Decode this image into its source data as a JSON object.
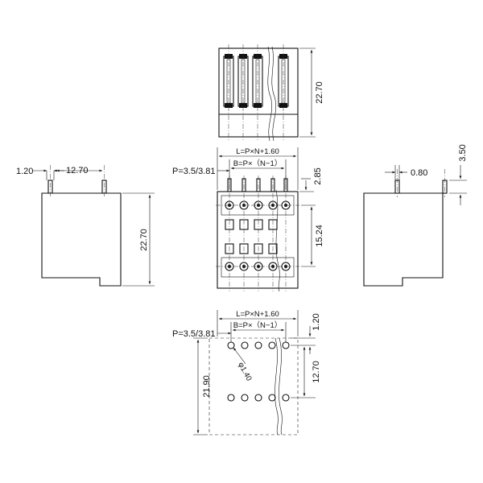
{
  "labels": {
    "top_view_height": "22.70",
    "side_left_offset": "1.20",
    "side_left_pitch": "12.70",
    "side_left_height": "22.70",
    "front_length_formula": "L=P×N+1.60",
    "front_span_formula": "B=P×（N−1）",
    "front_pitch": "P=3.5/3.81",
    "front_top_offset": "2.85",
    "front_row_spacing": "15.24",
    "side_right_pin_width": "0.80",
    "side_right_pin_length": "3.50",
    "pcb_length_formula": "L=P×N+1.60",
    "pcb_span_formula": "B=P×（N−1）",
    "pcb_pitch": "P=3.5/3.81",
    "pcb_hole_diameter": "φ1.40",
    "pcb_edge_offset": "1.20",
    "pcb_row_spacing": "12.70",
    "pcb_height": "21.90"
  },
  "colors": {
    "line": "#111111",
    "background": "#ffffff"
  }
}
